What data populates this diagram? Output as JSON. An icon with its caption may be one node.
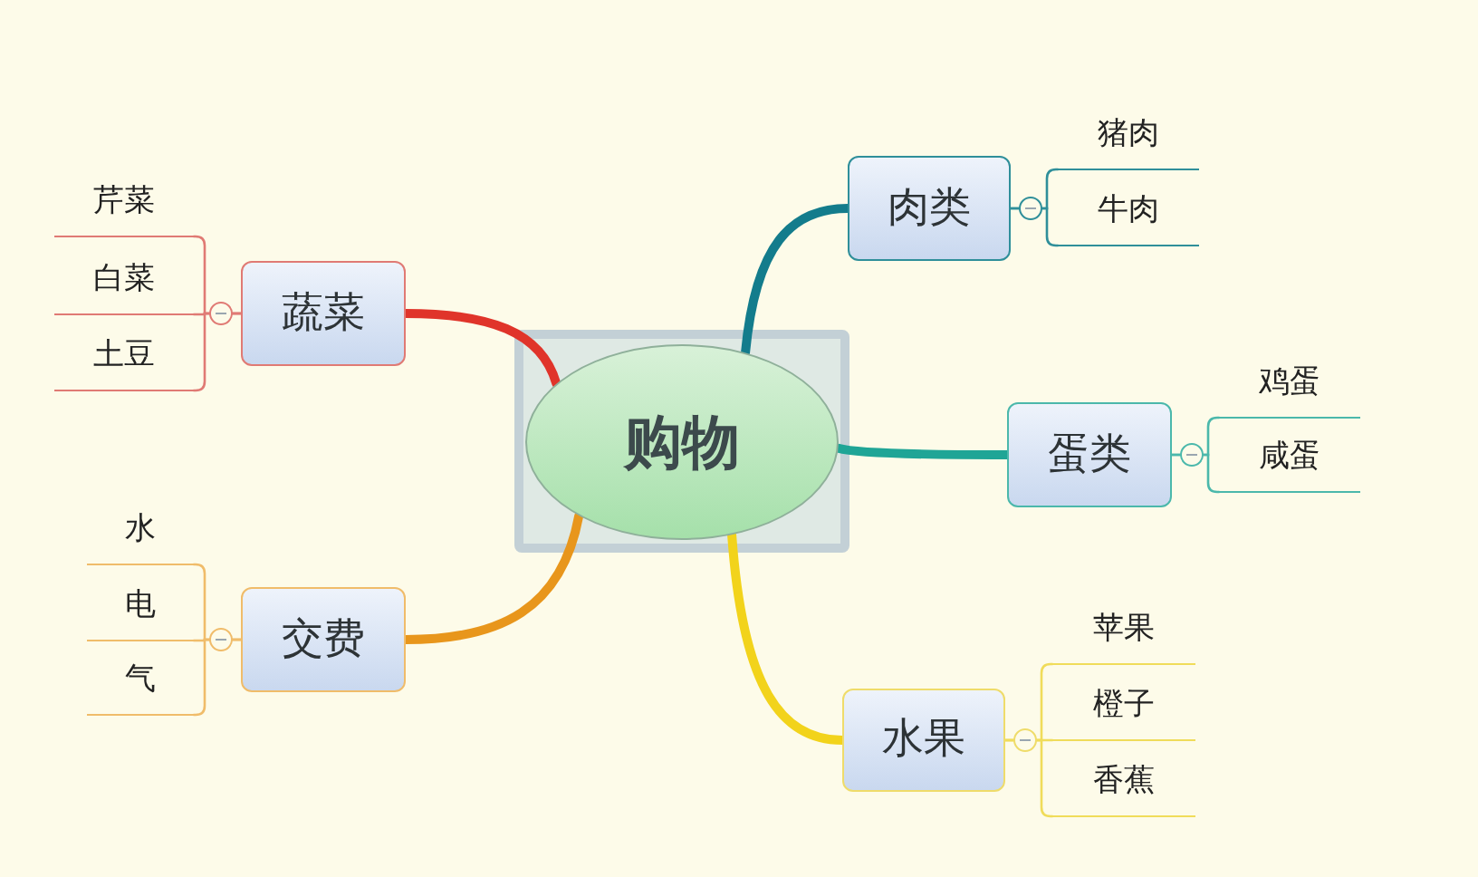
{
  "diagram": {
    "nodes": [
      {
        "text": [
          "购物"
        ]
      },
      {
        "text": [
          "肉类"
        ]
      },
      {
        "text": [
          "猪肉"
        ]
      },
      {
        "text": [
          "牛肉"
        ]
      },
      {
        "text": [
          "蛋类"
        ]
      },
      {
        "text": [
          "鸡蛋"
        ]
      },
      {
        "text": [
          "咸蛋"
        ]
      },
      {
        "text": [
          "水果"
        ]
      },
      {
        "text": [
          "苹果"
        ]
      },
      {
        "text": [
          "橙子"
        ]
      },
      {
        "text": [
          "香蕉"
        ]
      },
      {
        "text": [
          "蔬菜"
        ]
      },
      {
        "text": [
          "芹菜"
        ]
      },
      {
        "text": [
          "白菜"
        ]
      },
      {
        "text": [
          "土豆"
        ]
      },
      {
        "text": [
          "交费"
        ]
      },
      {
        "text": [
          "水"
        ]
      },
      {
        "text": [
          "电"
        ]
      },
      {
        "text": [
          "气"
        ]
      }
    ],
    "edges": [
      {
        "from": 0,
        "to": 1,
        "arrow": "none",
        "style": "thick",
        "color": "#137c8c"
      },
      {
        "from": 1,
        "to": 2,
        "arrow": "none",
        "color": "#2f8f9a"
      },
      {
        "from": 1,
        "to": 3,
        "arrow": "none",
        "color": "#2f8f9a"
      },
      {
        "from": 0,
        "to": 4,
        "arrow": "none",
        "style": "thick",
        "color": "#1fa596"
      },
      {
        "from": 4,
        "to": 5,
        "arrow": "none",
        "color": "#4bb8ab"
      },
      {
        "from": 4,
        "to": 6,
        "arrow": "none",
        "color": "#4bb8ab"
      },
      {
        "from": 0,
        "to": 7,
        "arrow": "none",
        "style": "thick",
        "color": "#f2d31b"
      },
      {
        "from": 7,
        "to": 8,
        "arrow": "none",
        "color": "#f0dc5a"
      },
      {
        "from": 7,
        "to": 9,
        "arrow": "none",
        "color": "#f0dc5a"
      },
      {
        "from": 7,
        "to": 10,
        "arrow": "none",
        "color": "#f0dc5a"
      },
      {
        "from": 0,
        "to": 11,
        "arrow": "none",
        "style": "thick",
        "color": "#e0342a"
      },
      {
        "from": 11,
        "to": 12,
        "arrow": "none",
        "color": "#e07a74"
      },
      {
        "from": 11,
        "to": 13,
        "arrow": "none",
        "color": "#e07a74"
      },
      {
        "from": 11,
        "to": 14,
        "arrow": "none",
        "color": "#e07a74"
      },
      {
        "from": 0,
        "to": 15,
        "arrow": "none",
        "style": "thick",
        "color": "#e8961c"
      },
      {
        "from": 15,
        "to": 16,
        "arrow": "none",
        "color": "#f0bc6a"
      },
      {
        "from": 15,
        "to": 17,
        "arrow": "none",
        "color": "#f0bc6a"
      },
      {
        "from": 15,
        "to": 18,
        "arrow": "none",
        "color": "#f0bc6a"
      }
    ]
  }
}
